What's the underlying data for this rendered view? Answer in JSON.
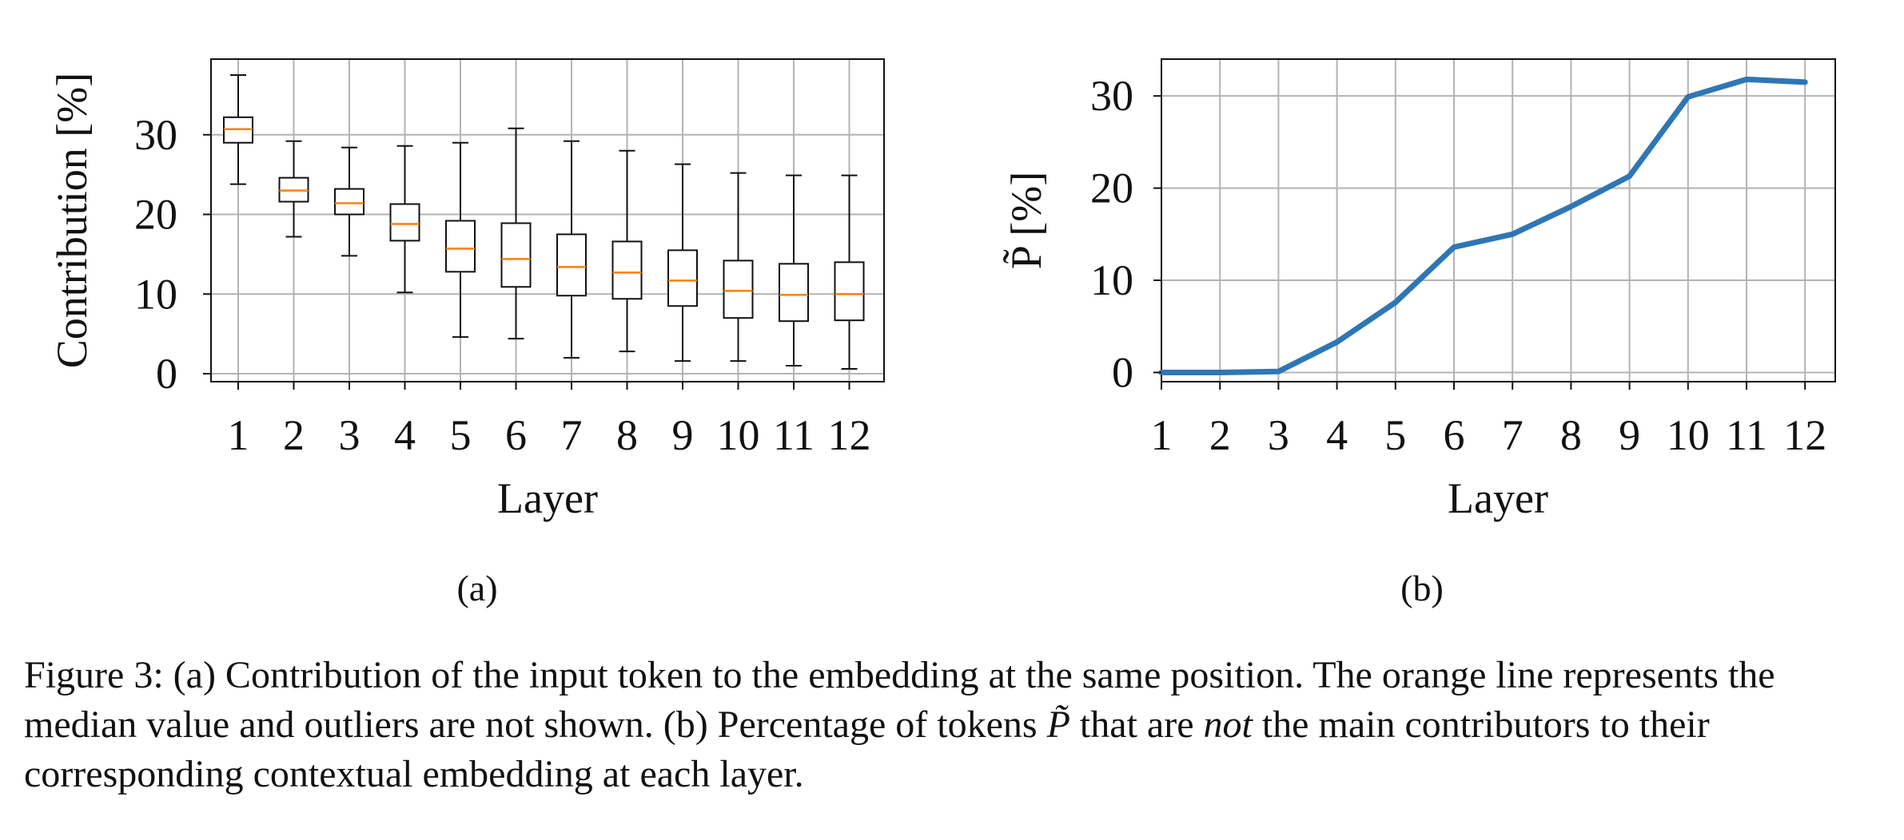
{
  "chart_data": [
    {
      "type": "box",
      "xlabel": "Layer",
      "ylabel": "Contribution [%]",
      "categories": [
        "1",
        "2",
        "3",
        "4",
        "5",
        "6",
        "7",
        "8",
        "9",
        "10",
        "11",
        "12"
      ],
      "ylim": [
        -1,
        39.5
      ],
      "yticks": [
        "0",
        "10",
        "20",
        "30"
      ],
      "grid": true,
      "median_color": "#ff7f0e",
      "subfig_label": "(a)",
      "boxes": [
        {
          "whisker_low": 23.8,
          "q1": 29.0,
          "median": 30.7,
          "q3": 32.2,
          "whisker_high": 37.5
        },
        {
          "whisker_low": 17.2,
          "q1": 21.6,
          "median": 23.0,
          "q3": 24.6,
          "whisker_high": 29.2
        },
        {
          "whisker_low": 14.8,
          "q1": 20.0,
          "median": 21.4,
          "q3": 23.2,
          "whisker_high": 28.4
        },
        {
          "whisker_low": 10.2,
          "q1": 16.7,
          "median": 18.8,
          "q3": 21.3,
          "whisker_high": 28.6
        },
        {
          "whisker_low": 4.6,
          "q1": 12.8,
          "median": 15.7,
          "q3": 19.2,
          "whisker_high": 29.0
        },
        {
          "whisker_low": 4.4,
          "q1": 10.9,
          "median": 14.4,
          "q3": 18.9,
          "whisker_high": 30.8
        },
        {
          "whisker_low": 2.0,
          "q1": 9.8,
          "median": 13.4,
          "q3": 17.5,
          "whisker_high": 29.2
        },
        {
          "whisker_low": 2.8,
          "q1": 9.4,
          "median": 12.7,
          "q3": 16.6,
          "whisker_high": 28.0
        },
        {
          "whisker_low": 1.6,
          "q1": 8.5,
          "median": 11.7,
          "q3": 15.5,
          "whisker_high": 26.3
        },
        {
          "whisker_low": 1.6,
          "q1": 7.0,
          "median": 10.4,
          "q3": 14.2,
          "whisker_high": 25.2
        },
        {
          "whisker_low": 1.0,
          "q1": 6.6,
          "median": 9.9,
          "q3": 13.8,
          "whisker_high": 24.9
        },
        {
          "whisker_low": 0.6,
          "q1": 6.7,
          "median": 10.0,
          "q3": 14.0,
          "whisker_high": 24.9
        }
      ]
    },
    {
      "type": "line",
      "xlabel": "Layer",
      "ylabel": "P̃ [%]",
      "x": [
        1,
        2,
        3,
        4,
        5,
        6,
        7,
        8,
        9,
        10,
        11,
        12
      ],
      "xticks": [
        "1",
        "2",
        "3",
        "4",
        "5",
        "6",
        "7",
        "8",
        "9",
        "10",
        "11",
        "12"
      ],
      "yticks": [
        "0",
        "10",
        "20",
        "30"
      ],
      "ylim": [
        -1,
        34
      ],
      "grid": true,
      "line_color": "#2f76b5",
      "subfig_label": "(b)",
      "series": [
        {
          "values": [
            0.0,
            0.0,
            0.1,
            3.3,
            7.6,
            13.6,
            15.0,
            18.0,
            21.3,
            29.9,
            31.8,
            31.5
          ]
        }
      ]
    }
  ],
  "caption": {
    "part1": "Figure 3: (a) Contribution of the input token to the embedding at the same position. The orange line represents the median value and outliers are not shown. (b) Percentage of tokens ",
    "symbol": "P̃",
    "part2": " that are ",
    "emph": "not",
    "part3": " the main contributors to their corresponding contextual embedding at each layer."
  }
}
